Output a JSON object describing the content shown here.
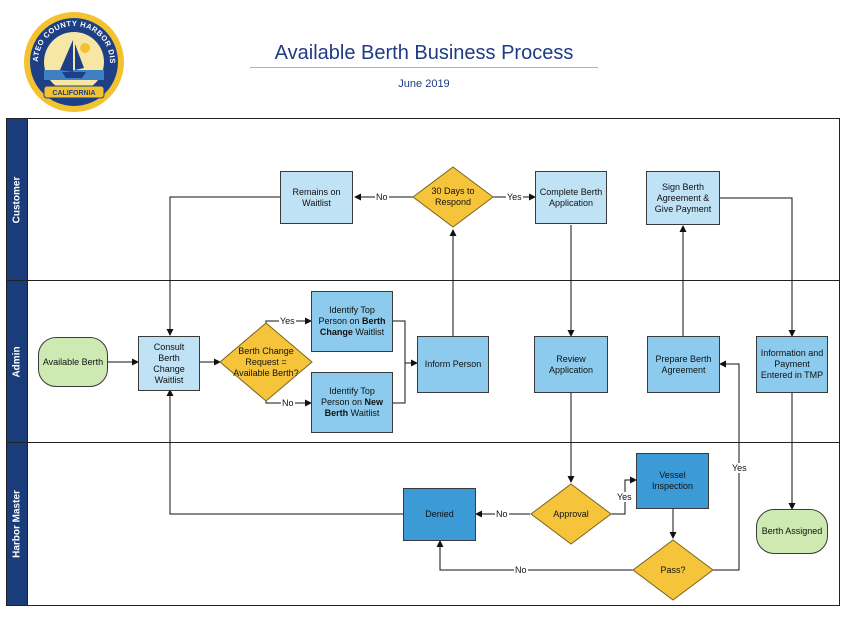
{
  "header": {
    "title": "Available Berth Business Process",
    "date": "June 2019",
    "logo_text": "SAN MATEO COUNTY HARBOR DISTRICT",
    "logo_banner": "CALIFORNIA"
  },
  "lanes": {
    "customer": "Customer",
    "admin": "Admin",
    "harbor_master": "Harbor Master"
  },
  "nodes": {
    "available_berth": "Available Berth",
    "consult_waitlist": "Consult Berth Change Waitlist",
    "berth_change_q": "Berth Change Request = Available Berth?",
    "identify_change_pre": "Identify Top Person on ",
    "identify_change_bold": "Berth Change",
    "identify_change_post": " Waitlist",
    "identify_new_pre": "Identify Top Person on ",
    "identify_new_bold": "New Berth",
    "identify_new_post": " Waitlist",
    "inform_person": "Inform Person",
    "days_to_respond": "30 Days to Respond",
    "remains_waitlist": "Remains on Waitlist",
    "complete_application": "Complete Berth Application",
    "review_application": "Review Application",
    "approval": "Approval",
    "denied": "Denied",
    "vessel_inspection": "Vessel Inspection",
    "pass_q": "Pass?",
    "prepare_agreement": "Prepare Berth Agreement",
    "sign_agreement": "Sign Berth Agreement & Give Payment",
    "info_payment": "Information and Payment Entered in TMP",
    "berth_assigned": "Berth Assigned"
  },
  "edge_labels": {
    "yes": "Yes",
    "no": "No"
  },
  "colors": {
    "lane_label_bg": "#1b3c7a",
    "process_light": "#bfe2f5",
    "process_mid": "#8ccbed",
    "process_dark": "#3c9ad6",
    "decision": "#f5c43a",
    "terminal": "#cfe9b3",
    "title": "#1f3b84",
    "title_rule": "#e0b12d"
  }
}
